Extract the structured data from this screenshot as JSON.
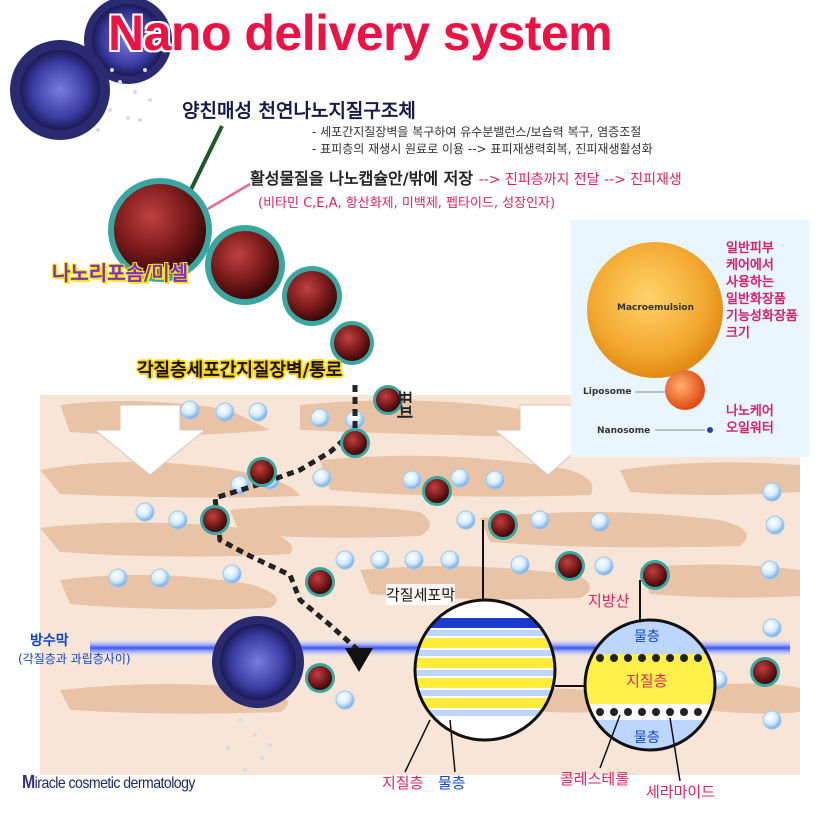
{
  "title": "Nano delivery system",
  "sub_heading": "양친매성 천연나노지질구조체",
  "descriptions": [
    "- 세포간지질장벽을 복구하여 유수분밸런스/보습력 복구, 염증조절",
    "- 표피층의 재생시 원료로 이용 --> 표피재생력회복, 진피재생활성화"
  ],
  "storage": {
    "main": "활성물질을 나노캡슐안/밖에 저장",
    "arrow_text": "--> 진피층까지 전달 --> 진피재생"
  },
  "ingredients": "(비타민 C,E,A, 항산화제, 미백제, 펩타이드, 성장인자)",
  "labels": {
    "liposome_micelle": "나노리포솜/미셀",
    "pathway": "각질층세포간지질장벽/통로",
    "vertical": "표피",
    "corneocyte_membrane": "각질세포막",
    "sebum": "지방산",
    "water_top": "물층",
    "lipid_layer": "지질층",
    "water_bottom": "물층",
    "barrier": "방수막",
    "barrier_sub": "(각질층과 과립층사이)"
  },
  "legend": {
    "lipid": "지질층",
    "water": "물층",
    "cholesterol": "콜레스테롤",
    "ceramide": "세라마이드"
  },
  "inset": {
    "macro": "Macroemulsion",
    "liposome": "Liposome",
    "nanosome": "Nanosome",
    "side_text_1": "일반피부\n케어에서\n사용하는\n일반화장품\n기능성화장품\n크기",
    "side_text_2": "나노케어\n오일워터"
  },
  "logo": {
    "cap": "M",
    "rest": "iracle cosmetic dermatology"
  },
  "colors": {
    "title": "#ee1144",
    "accent_pink": "#e0245e",
    "water_blue": "#1144cc",
    "skin_band": "#e9c3a6",
    "background_skin": "#f7e6d8",
    "barrier_line": "#3355ff",
    "lipid_yellow": "#ffec3a"
  }
}
